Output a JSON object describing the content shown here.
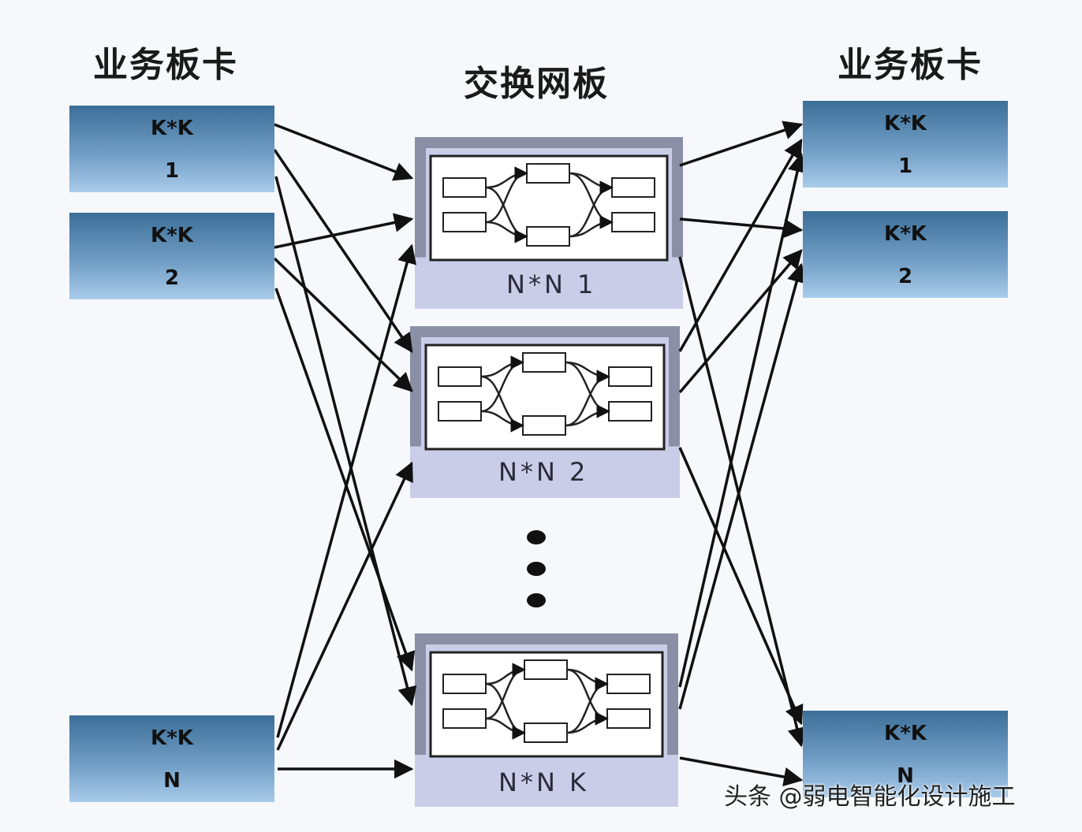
{
  "headings": {
    "left": "业务板卡",
    "center": "交换网板",
    "right": "业务板卡"
  },
  "left_cards": [
    {
      "line1": "K*K",
      "line2": "1"
    },
    {
      "line1": "K*K",
      "line2": "2"
    },
    {
      "line1": "K*K",
      "line2": "N"
    }
  ],
  "right_cards": [
    {
      "line1": "K*K",
      "line2": "1"
    },
    {
      "line1": "K*K",
      "line2": "2"
    },
    {
      "line1": "K*K",
      "line2": "N"
    }
  ],
  "switch_planes": [
    {
      "label": "N*N  1"
    },
    {
      "label": "N*N  2"
    },
    {
      "label": "N*N  K"
    }
  ],
  "ellipsis_dots": 3,
  "watermark": "头条 @弱电智能化设计施工",
  "colors": {
    "card_top": "#3c6f98",
    "card_bottom": "#a9cbea",
    "plane_frame": "#8a8fa6",
    "plane_fill": "#c9cde8",
    "arrow": "#111111"
  }
}
